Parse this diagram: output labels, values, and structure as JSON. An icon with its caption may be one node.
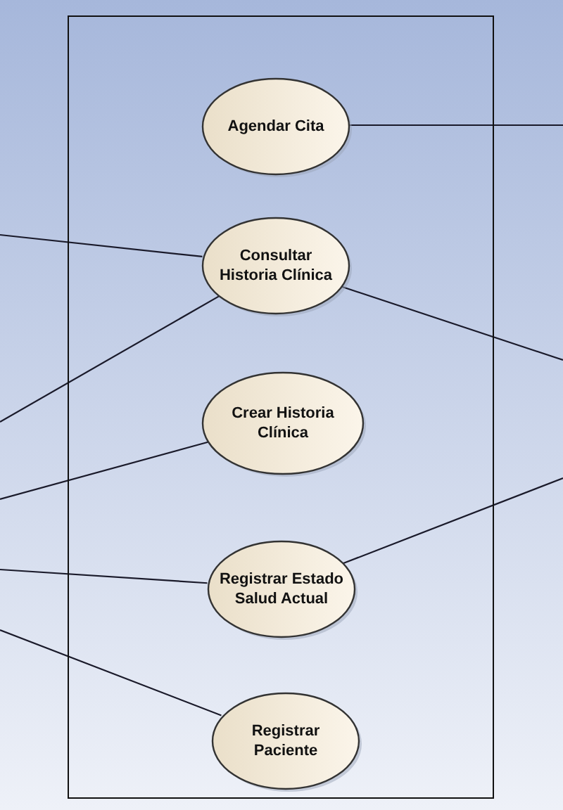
{
  "diagram": {
    "nodes": [
      {
        "text": [],
        "shape": "box"
      },
      {
        "text": [
          "Agendar Cita"
        ],
        "in": 0
      },
      {
        "text": [
          "Consultar Historia Clínica"
        ],
        "in": 0
      },
      {
        "text": [
          "Crear Historia Clínica"
        ],
        "in": 0
      },
      {
        "text": [
          "Registrar Estado Salud Actual"
        ],
        "in": 0
      },
      {
        "text": [
          "Registrar Paciente"
        ],
        "in": 0
      }
    ],
    "edges": [
      {
        "from": null,
        "to": 1,
        "arrow": "none"
      },
      {
        "from": null,
        "to": 2,
        "arrow": "none"
      },
      {
        "from": null,
        "to": 2,
        "arrow": "none"
      },
      {
        "from": null,
        "to": 2,
        "arrow": "none"
      },
      {
        "from": null,
        "to": 3,
        "arrow": "none"
      },
      {
        "from": null,
        "to": 4,
        "arrow": "none"
      },
      {
        "from": null,
        "to": 4,
        "arrow": "none"
      },
      {
        "from": null,
        "to": 5,
        "arrow": "none"
      }
    ]
  }
}
